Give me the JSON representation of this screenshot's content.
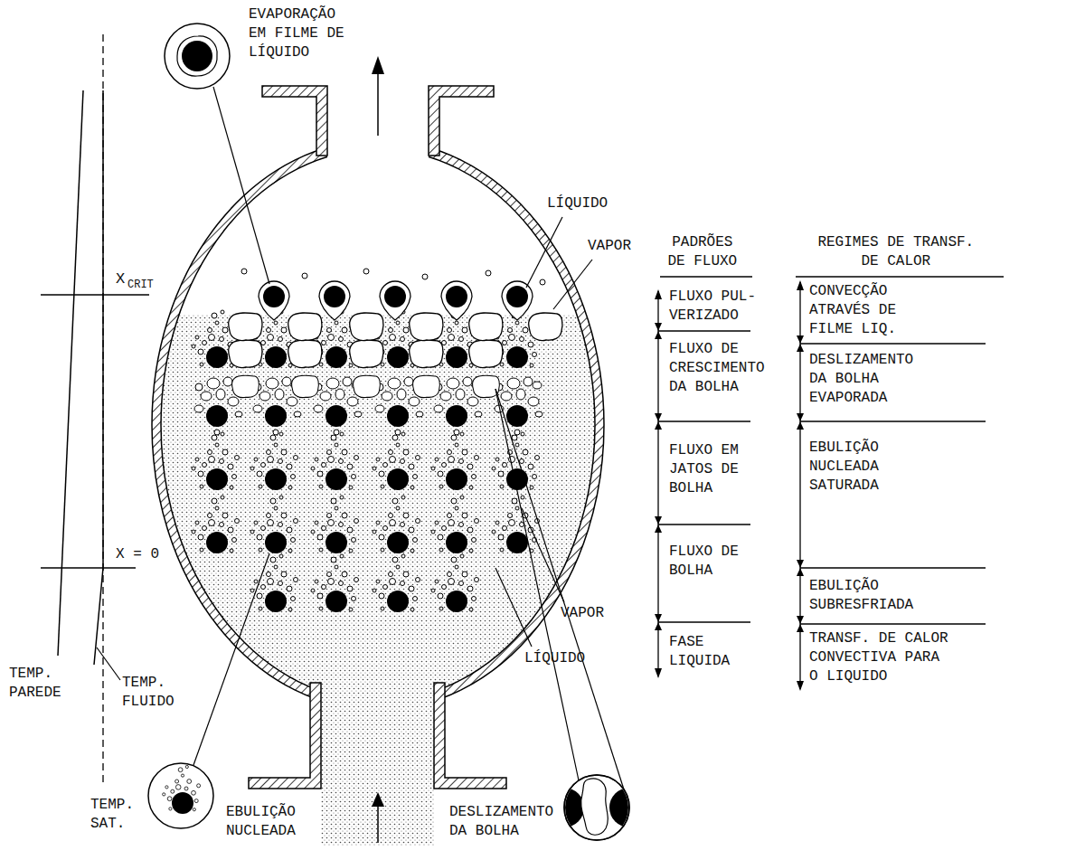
{
  "diagram": {
    "labels": [
      "EVAPORAÇÃO EM FILME DE LÍQUIDO",
      "LÍQUIDO",
      "VAPOR",
      "PADRÕES DE FLUXO",
      "REGIMES DE TRANSF. DE CALOR",
      "X",
      "CRIT",
      "FLUXO PUL- VERIZADO",
      "CONVECÇÃO ATRAVÉS DE FILME LIQ.",
      "FLUXO DE CRESCIMENTO DA BOLHA",
      "DESLIZAMENTO DA BOLHA EVAPORADA",
      "FLUXO EM JATOS DE BOLHA",
      "EBULIÇÃO NUCLEADA SATURADA",
      "X = 0",
      "FLUXO DE BOLHA",
      "EBULIÇÃO SUBRESFRIADA",
      "VAPOR",
      "TEMP. PAREDE",
      "TEMP. FLUIDO",
      "LÍQUIDO",
      "FASE LIQUIDA",
      "TRANSF. DE CALOR CONVECTIVA PARA O LIQUIDO",
      "TEMP. SAT.",
      "EBULIÇÃO NUCLEADA",
      "DESLIZAMENTO DA BOLHA"
    ]
  }
}
